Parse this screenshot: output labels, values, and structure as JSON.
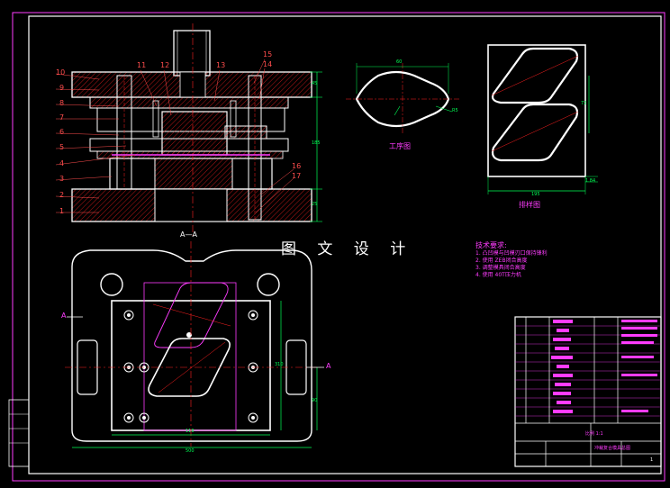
{
  "watermark": "图 文 设 计",
  "captions": {
    "workpiece": "工序图",
    "layout": "排样图"
  },
  "tech": {
    "heading": "技术要求:",
    "items": [
      "1. 凸凹模与凹模刃口保持锋利",
      "2. 使用 ZEB闭合高度",
      "3. 调整模具闭合高度",
      "4. 使用 40T压力机"
    ]
  },
  "section_label": "A—A",
  "section_marks": [
    "A",
    "A"
  ],
  "part_numbers": [
    "10",
    "9",
    "8",
    "7",
    "6",
    "5",
    "4",
    "3",
    "2",
    "1",
    "11",
    "12",
    "13",
    "15",
    "14",
    "16",
    "17"
  ],
  "dims": {
    "workpiece_width": "60",
    "workpiece_radius": "R5",
    "layout_width": "195",
    "layout_pitch": "72",
    "layout_edge": "1.84",
    "plan_width": "500",
    "plan_inner": "116",
    "plan_height": "310",
    "plan_side": "90",
    "height_total": "185",
    "height_upper": "45",
    "height_lower": "25"
  },
  "title_block": {
    "scale_note": "比例  1:1",
    "drawing_name": "冲裁复合模具总图",
    "sheet": "1"
  },
  "colors": {
    "background": "#000000",
    "frame": "#ff3cff",
    "outline": "#ffffff",
    "centerline": "#ff2020",
    "dimension": "#00ff55",
    "hatch": "#ff2020",
    "text": "#ff3cff"
  }
}
